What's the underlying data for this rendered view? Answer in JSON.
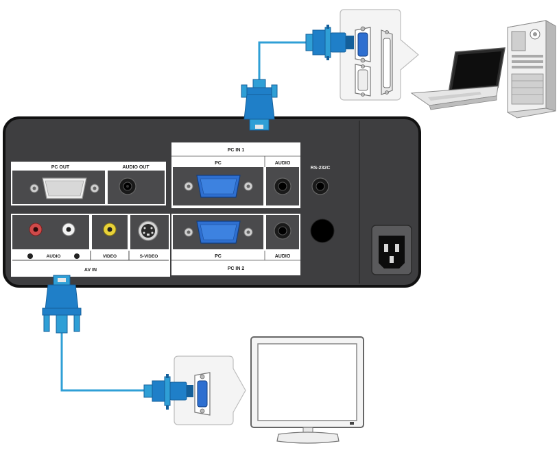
{
  "panel": {
    "pc_out": "PC OUT",
    "audio_out": "AUDIO OUT",
    "pc_in_1": "PC IN 1",
    "pc_in_1_pc": "PC",
    "pc_in_1_audio": "AUDIO",
    "rs232c": "RS-232C",
    "audio_left_right": "AUDIO",
    "video": "VIDEO",
    "s_video": "S-VIDEO",
    "av_in": "AV IN",
    "pc_in_2_pc": "PC",
    "pc_in_2_audio": "AUDIO",
    "pc_in_2": "PC IN 2"
  },
  "colors": {
    "panel": "#3e3e40",
    "panel_edge": "#1a1a1a",
    "cable": "#2f9fd6",
    "connector": "#1f7fc8",
    "connector_dark": "#145f9a",
    "vga_blue": "#2e6fd0",
    "rca_red": "#d04a4a",
    "rca_yellow": "#e8d23a"
  },
  "icons": [
    "vga-port-icon",
    "audio-jack-icon",
    "rca-jack-icon",
    "s-video-port-icon",
    "power-socket-icon",
    "laptop-icon",
    "desktop-tower-icon",
    "monitor-icon",
    "vga-cable-connector-icon"
  ]
}
